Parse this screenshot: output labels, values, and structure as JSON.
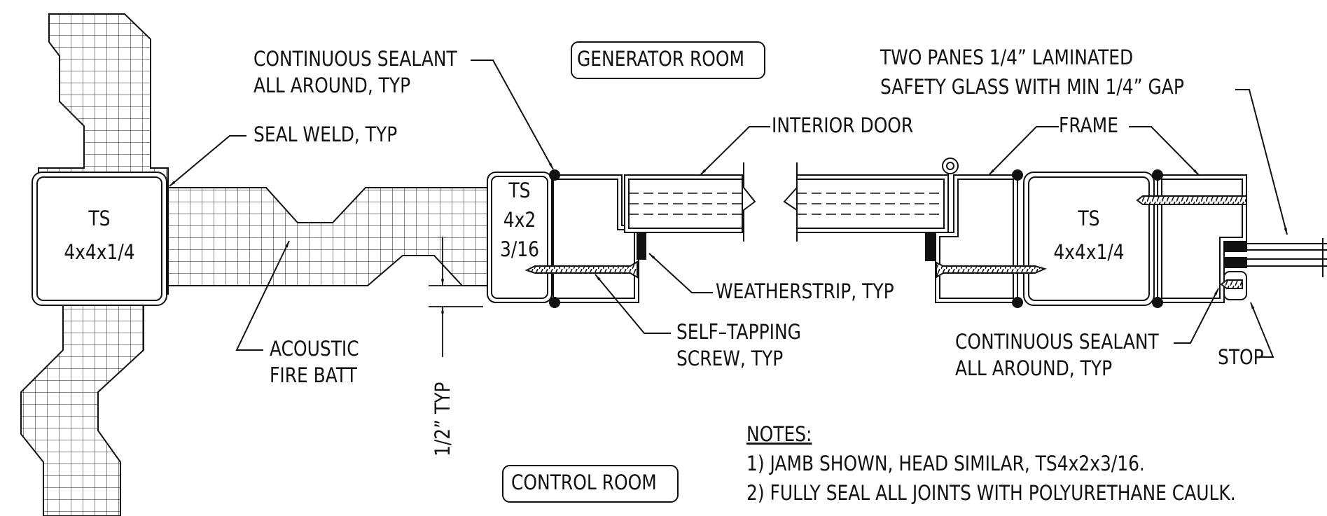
{
  "drawing": {
    "rooms": {
      "generator": "GENERATOR ROOM",
      "control": "CONTROL ROOM"
    },
    "members": {
      "ts_left_line1": "TS",
      "ts_left_line2": "4x4x1/4",
      "ts_small_line1": "TS",
      "ts_small_line2": "4x2",
      "ts_small_line3": "3/16",
      "ts_right_line1": "TS",
      "ts_right_line2": "4x4x1/4"
    },
    "callouts": {
      "sealant_top_line1": "CONTINUOUS SEALANT",
      "sealant_top_line2": "ALL AROUND, TYP",
      "seal_weld": "SEAL WELD, TYP",
      "interior_door": "INTERIOR DOOR",
      "glass_line1": "TWO PANES 1/4” LAMINATED",
      "glass_line2": "SAFETY GLASS WITH MIN 1/4” GAP",
      "frame": "FRAME",
      "weatherstrip": "WEATHERSTRIP, TYP",
      "screw_line1": "SELF–TAPPING",
      "screw_line2": "SCREW, TYP",
      "batt_line1": "ACOUSTIC",
      "batt_line2": "FIRE BATT",
      "dimension": "1/2” TYP",
      "sealant_bottom_line1": "CONTINUOUS SEALANT",
      "sealant_bottom_line2": "ALL AROUND, TYP",
      "stop": "STOP"
    },
    "notes": {
      "heading": "NOTES:",
      "items": [
        "1) JAMB SHOWN, HEAD SIMILAR, TS4x2x3/16.",
        "2) FULLY SEAL ALL JOINTS WITH POLYURETHANE CAULK."
      ]
    }
  },
  "colors": {
    "ink": "#111111",
    "background": "#ffffff"
  }
}
